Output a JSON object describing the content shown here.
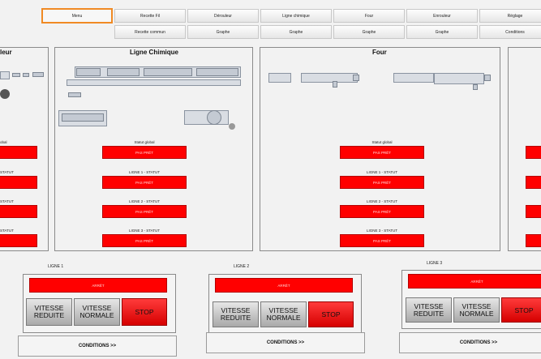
{
  "nav": {
    "top": [
      "Menu",
      "Recette Fil",
      "Dérouleur",
      "Ligne chimique",
      "Four",
      "Enrouleur",
      "Réglage"
    ],
    "bottom": [
      "Recette commun",
      "Graphe",
      "Graphe",
      "Graphe",
      "Graphe",
      "Conditions"
    ]
  },
  "panels": {
    "deroul_title": "leur",
    "ligne_title": "Ligne Chimique",
    "four_title": "Four"
  },
  "status": {
    "statut_global": "Statut global",
    "l1": "LIGNE 1 - STATUT",
    "l2": "LIGNE 2 - STATUT",
    "l3": "LIGNE 3 - STATUT",
    "left_l1": "STATUT",
    "left_l2": "STATUT",
    "left_l3": "STATUT",
    "left_global": "obal",
    "pas_pret": "PAS PRÊT"
  },
  "controls": [
    {
      "ligne": "LIGNE 1",
      "status": "ARRÊT",
      "vitesse_reduite": "VITESSE REDUITE",
      "vitesse_normale": "VITESSE NORMALE",
      "stop": "STOP",
      "conditions": "CONDITIONS >>"
    },
    {
      "ligne": "LIGNE 2",
      "status": "ARRÊT",
      "vitesse_reduite": "VITESSE REDUITE",
      "vitesse_normale": "VITESSE NORMALE",
      "stop": "STOP",
      "conditions": "CONDITIONS >>"
    },
    {
      "ligne": "LIGNE 3",
      "status": "ARRÊT",
      "vitesse_reduite": "VITESSE REDUITE",
      "vitesse_normale": "VITESSE NORMALE",
      "stop": "STOP",
      "conditions": "CONDITIONS >>"
    }
  ],
  "colors": {
    "alarm_red": "#ff0000",
    "selected_border": "#f08a24",
    "panel_bg": "#f2f2f2"
  }
}
